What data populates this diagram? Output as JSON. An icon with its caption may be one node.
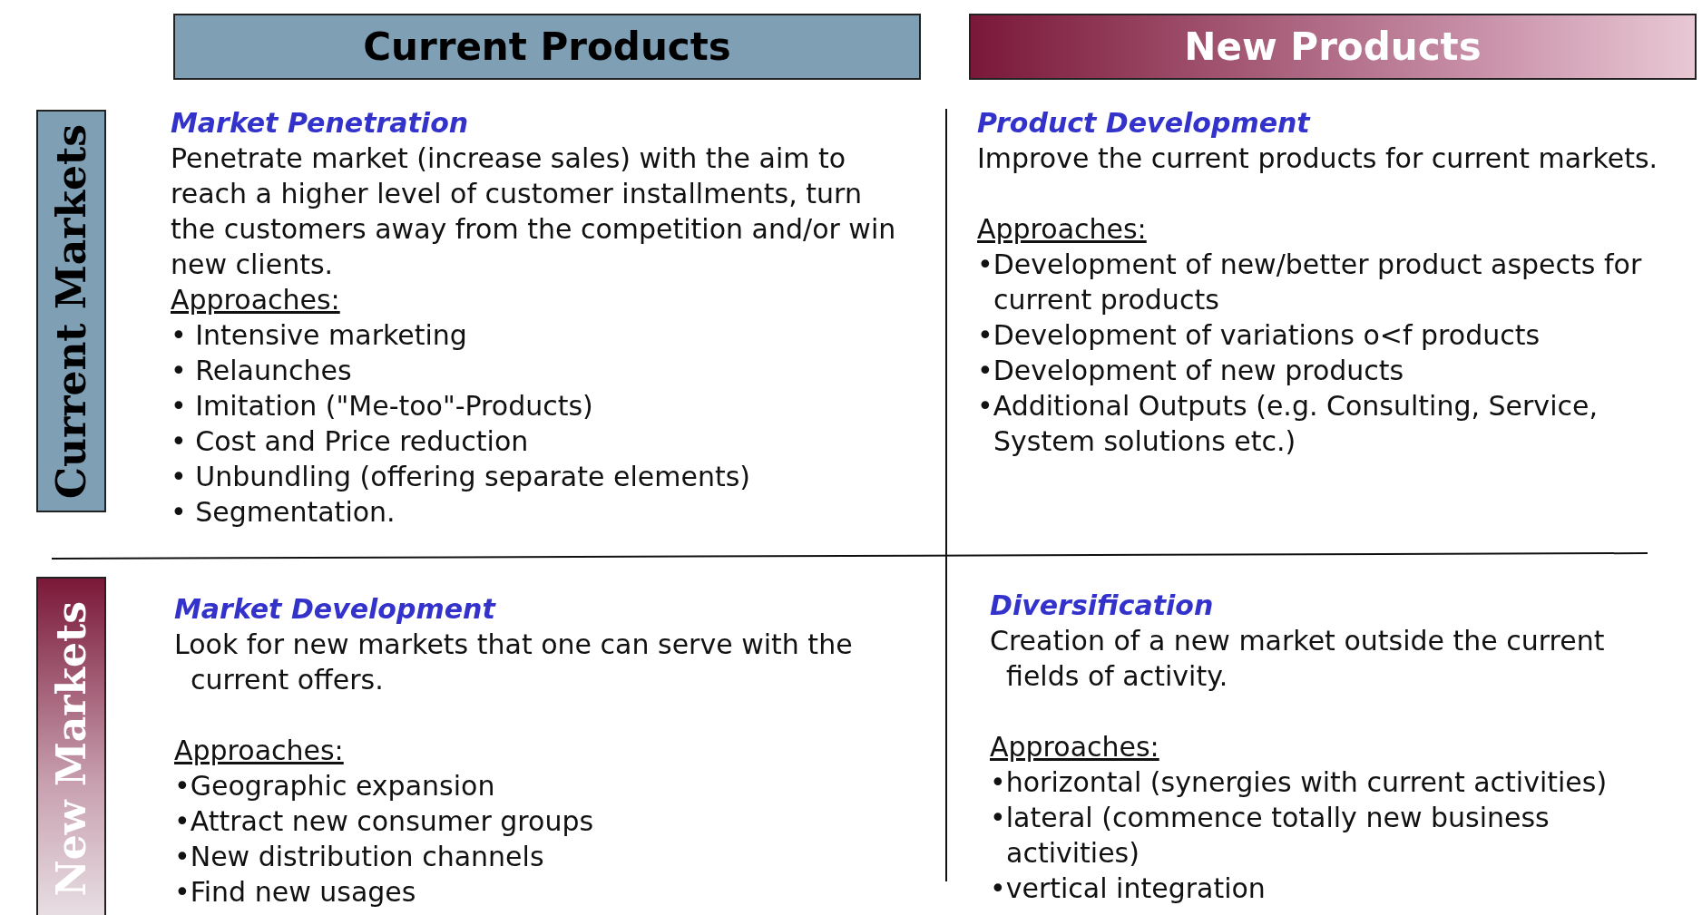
{
  "diagram": {
    "nodes": [
      {
        "text": [
          "Current Products"
        ]
      },
      {
        "text": [
          "New Products"
        ]
      },
      {
        "text": [
          "Current Markets"
        ]
      },
      {
        "text": [
          "New Markets"
        ]
      },
      {
        "text": [
          "Market Penetration",
          "Penetrate market (increase sales) with the aim to reach a higher level of customer installments, turn the customers away from the competition and/or win new clients.",
          "Approaches:",
          "• Intensive marketing",
          "• Relaunches",
          "• Imitation (\"Me-too\"-Products)",
          "• Cost and Price reduction",
          "• Unbundling (offering separate elements)",
          "• Segmentation."
        ]
      },
      {
        "text": [
          "Product Development",
          "Improve the current products for current markets.",
          "Approaches:",
          "•Development of new/better product aspects for current products",
          "•Development of variations o<f products",
          "•Development of new products",
          "•Additional Outputs (e.g. Consulting, Service, System solutions etc.)"
        ]
      },
      {
        "text": [
          "Market Development",
          "Look for new markets that one can serve with the current offers.",
          "Approaches:",
          "•Geographic expansion",
          "•Attract new consumer groups",
          "•New distribution channels",
          "•Find new usages"
        ]
      },
      {
        "text": [
          "Diversification",
          "Creation of a new market outside the current fields of activity.",
          "Approaches:",
          "•horizontal (synergies with current activities)",
          "•lateral (commence totally new business activities)",
          "•vertical integration"
        ]
      }
    ],
    "edges": []
  }
}
